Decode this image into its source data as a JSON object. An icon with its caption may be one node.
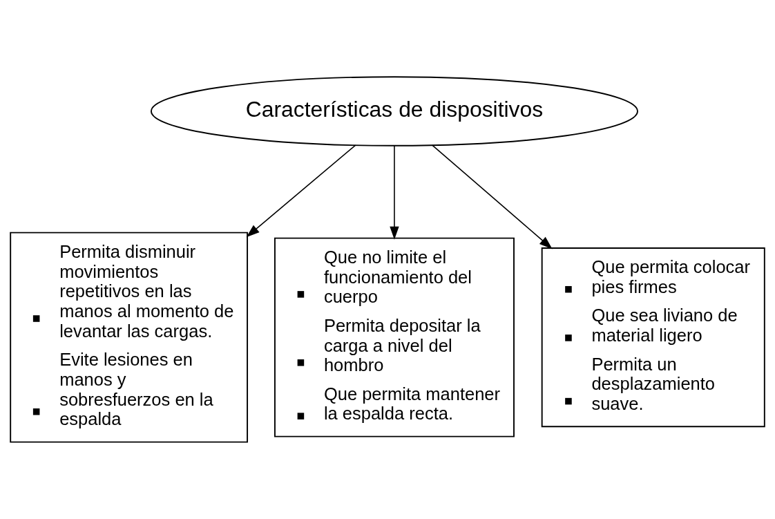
{
  "diagram": {
    "nodes": [
      {
        "text": [
          "Características de dispositivos"
        ]
      },
      {
        "text": [
          "Permita disminuir movimientos repetitivos en las manos al momento de levantar las cargas.",
          "Evite lesiones en manos y sobresfuerzos en la espalda"
        ]
      },
      {
        "text": [
          "Que no limite el funcionamiento del cuerpo",
          "Permita depositar la carga a nivel del hombro",
          "Que permita mantener la espalda recta."
        ]
      },
      {
        "text": [
          "Que permita colocar pies firmes",
          "Que sea liviano de material ligero",
          "Permita un desplazamiento suave."
        ]
      }
    ],
    "edges": [
      {
        "from": 0,
        "to": 1,
        "arrow": "to"
      },
      {
        "from": 0,
        "to": 2,
        "arrow": "to"
      },
      {
        "from": 0,
        "to": 3,
        "arrow": "to"
      }
    ]
  }
}
